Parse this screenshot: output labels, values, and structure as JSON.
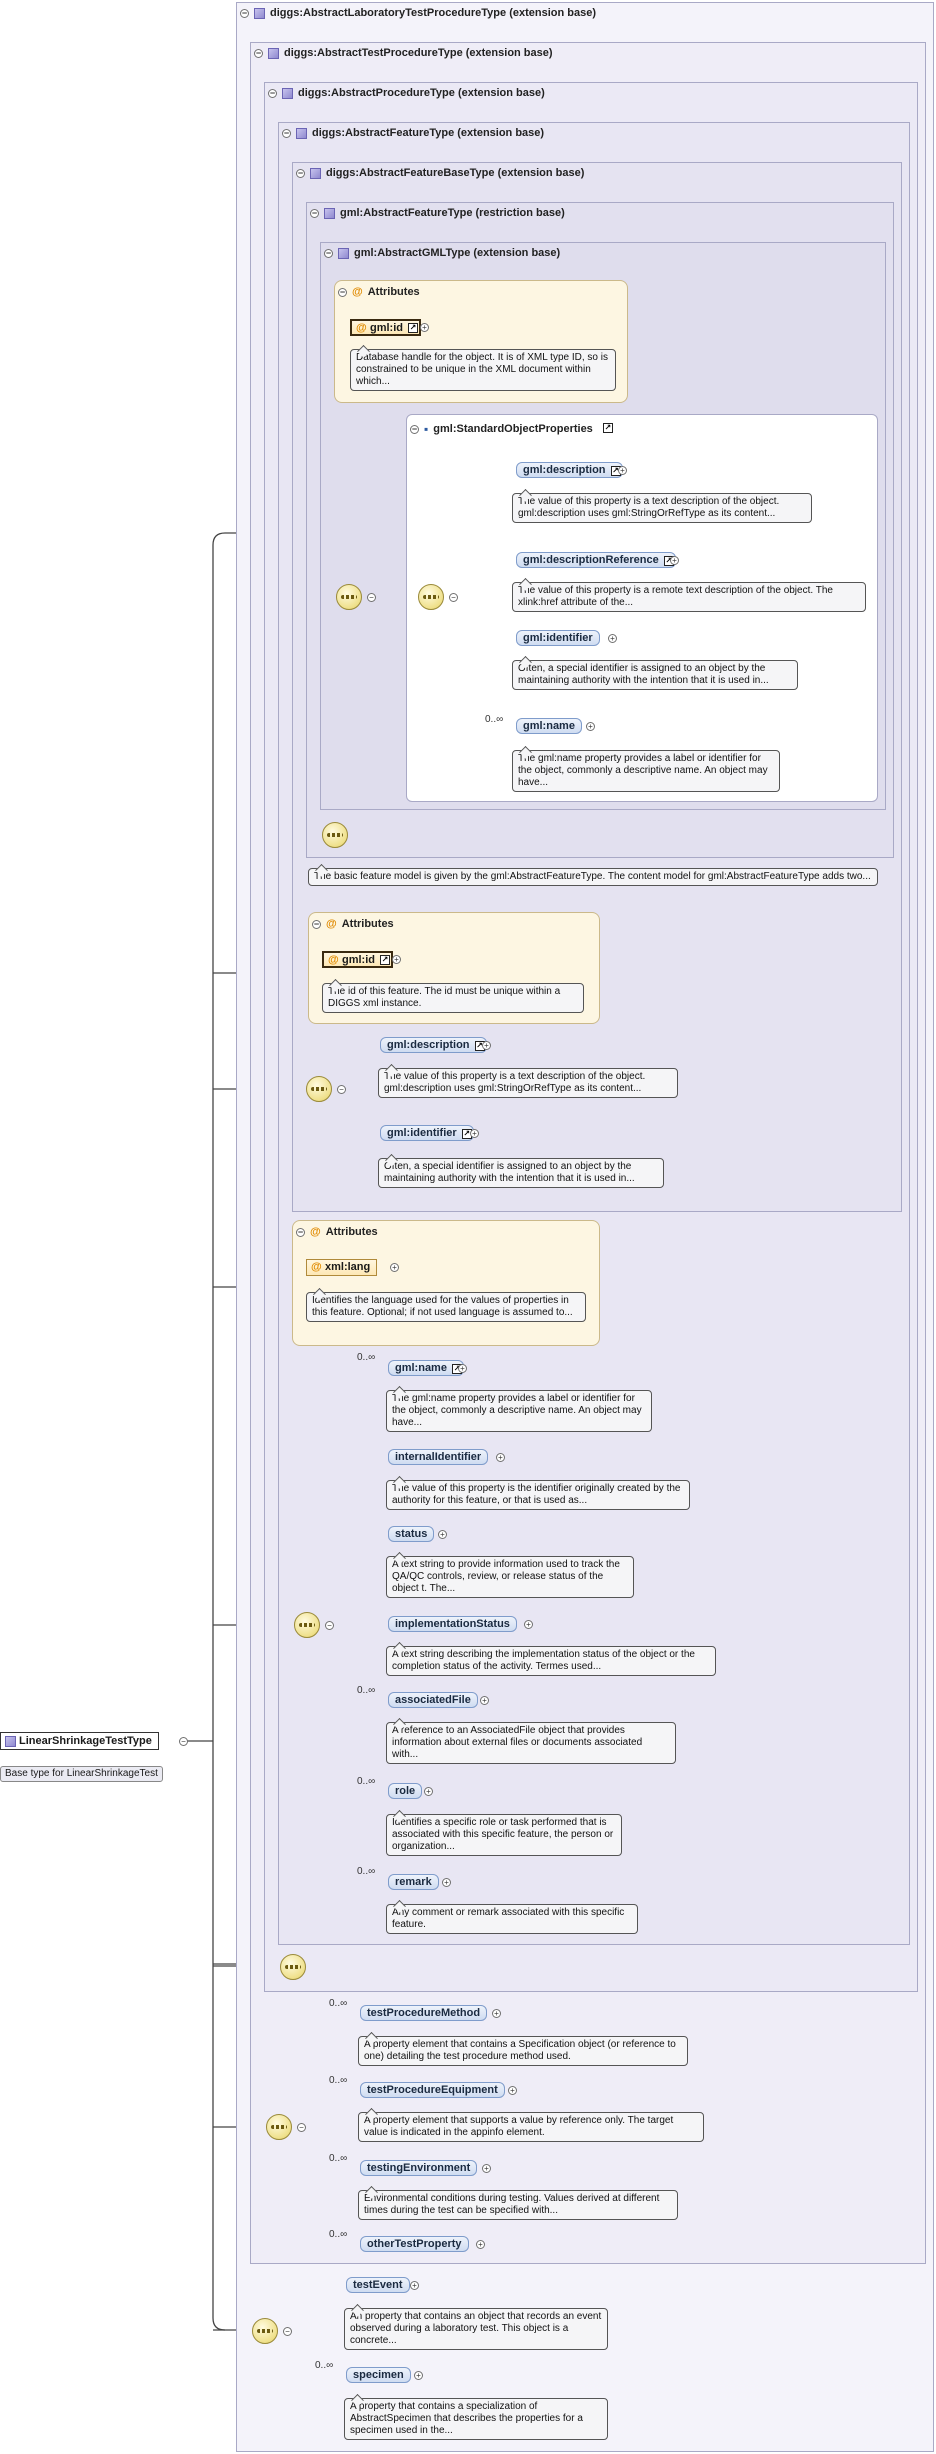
{
  "root": {
    "name": "LinearShrinkageTestType",
    "doc": "Base type for LinearShrinkageTest"
  },
  "frames": [
    {
      "label": "diggs:AbstractLaboratoryTestProcedureType (extension base)"
    },
    {
      "label": "diggs:AbstractTestProcedureType (extension base)"
    },
    {
      "label": "diggs:AbstractProcedureType (extension base)"
    },
    {
      "label": "diggs:AbstractFeatureType (extension base)"
    },
    {
      "label": "diggs:AbstractFeatureBaseType (extension base)"
    },
    {
      "label": "gml:AbstractFeatureType (restriction base)"
    },
    {
      "label": "gml:AbstractGMLType (extension base)"
    }
  ],
  "attributes_label": "Attributes",
  "gml_attrs": {
    "id": "gml:id",
    "id_doc": "Database handle for the object. It is of XML type ID, so is constrained to be unique in the XML document within which..."
  },
  "standard_props": {
    "label": "gml:StandardObjectProperties",
    "items": [
      {
        "name": "gml:description",
        "doc": "The value of this property is a text description of the object. gml:description uses gml:StringOrRefType as its content..."
      },
      {
        "name": "gml:descriptionReference",
        "doc": "The value of this property is a remote text description of the object. The xlink:href attribute of the..."
      },
      {
        "name": "gml:identifier",
        "doc": "Often, a special identifier is assigned to an object by the maintaining authority with the intention that it is used in..."
      },
      {
        "name": "gml:name",
        "occ": "0..∞",
        "doc": "The gml:name property provides a label or identifier for the object, commonly a descriptive name. An object may have..."
      }
    ]
  },
  "feature_doc": "The basic feature model is given by the gml:AbstractFeatureType. The content model for gml:AbstractFeatureType adds two...",
  "feature_attrs": {
    "id": "gml:id",
    "id_doc": "The id of this feature. The id must be unique within a DIGGS xml instance."
  },
  "feature_base_seq": [
    {
      "name": "gml:description",
      "doc": "The value of this property is a text description of the object. gml:description uses gml:StringOrRefType as its content..."
    },
    {
      "name": "gml:identifier",
      "doc": "Often, a special identifier is assigned to an object by the maintaining authority with the intention that it is used in..."
    }
  ],
  "lang_attrs": {
    "name": "xml:lang",
    "doc": "Identifies the language used for the values of properties in this feature. Optional; if not used language is assumed to..."
  },
  "feature_seq": [
    {
      "name": "gml:name",
      "occ": "0..∞",
      "ref": true,
      "doc": "The gml:name property provides a label or identifier for the object, commonly a descriptive name. An object may have..."
    },
    {
      "name": "internalIdentifier",
      "occ": "",
      "doc": "The value of this property is the identifier originally created by the authority for this feature, or that is used as..."
    },
    {
      "name": "status",
      "occ": "",
      "doc": "A text string to provide information used to track the QA/QC controls, review, or release status of the object t. The..."
    },
    {
      "name": "implementationStatus",
      "occ": "",
      "doc": "A text string describing the implementation status of the object or the completion status of the activity. Termes used..."
    },
    {
      "name": "associatedFile",
      "occ": "0..∞",
      "doc": "A reference to an AssociatedFile object that provides information about external files or documents associated with..."
    },
    {
      "name": "role",
      "occ": "0..∞",
      "doc": "Identifies a specific role or task performed that is associated with this specific feature, the person or organization..."
    },
    {
      "name": "remark",
      "occ": "0..∞",
      "doc": "Any comment or remark associated with this specific feature."
    }
  ],
  "test_proc_seq": [
    {
      "name": "testProcedureMethod",
      "occ": "0..∞",
      "doc": "A property element that contains a Specification object (or reference to one) detailing the test procedure method used."
    },
    {
      "name": "testProcedureEquipment",
      "occ": "0..∞",
      "doc": "A property element that supports a value by reference only. The target value is indicated in the appinfo element."
    },
    {
      "name": "testingEnvironment",
      "occ": "0..∞",
      "doc": "Environmental conditions during testing. Values derived at different times during the test can be specified with..."
    },
    {
      "name": "otherTestProperty",
      "occ": "0..∞",
      "doc": ""
    }
  ],
  "lab_seq": [
    {
      "name": "testEvent",
      "occ": "",
      "doc": "An property that contains an object that records an event observed during a laboratory test. This object is a concrete..."
    },
    {
      "name": "specimen",
      "occ": "0..∞",
      "doc": "A property that contains a specialization of AbstractSpecimen that describes the properties for a specimen used in the..."
    }
  ]
}
